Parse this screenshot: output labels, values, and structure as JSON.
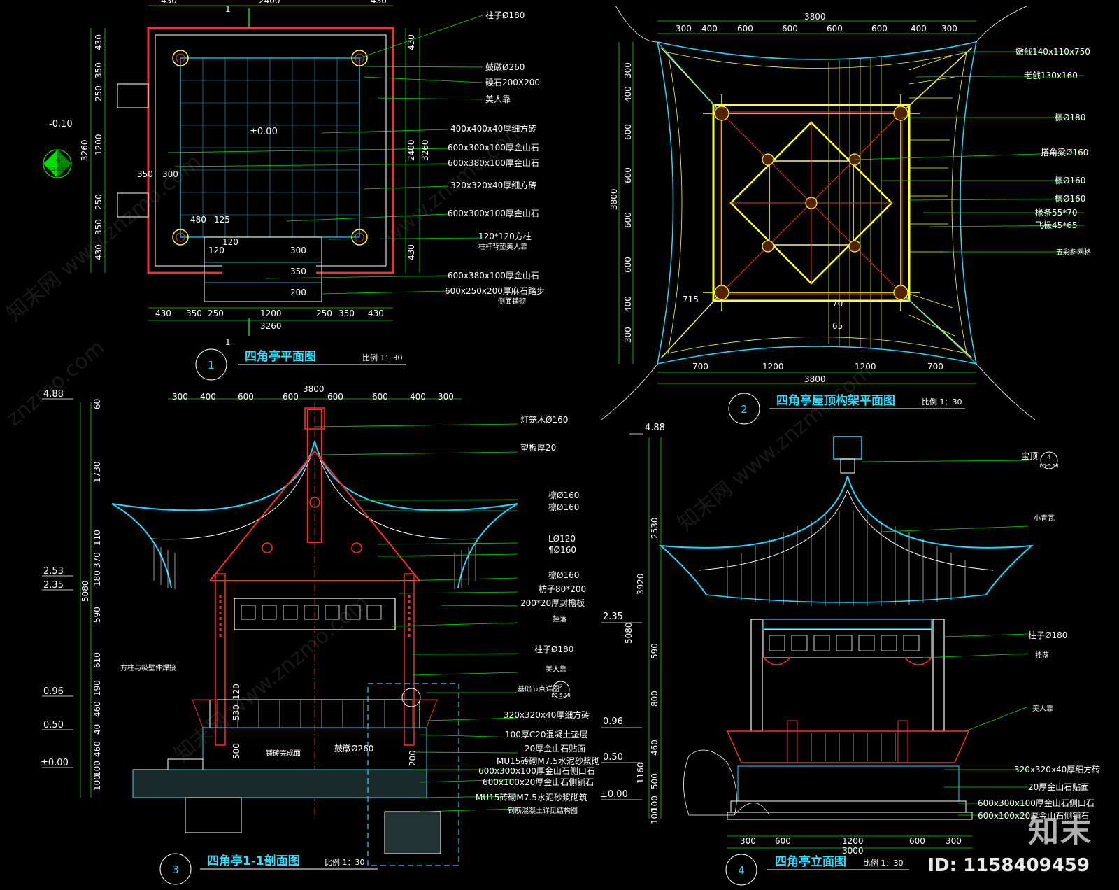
{
  "colors": {
    "background": "#000000",
    "cyan": "#22d8ff",
    "green": "#00e000",
    "red": "#ff2a2a",
    "yellow": "#ffff33",
    "white": "#ffffff"
  },
  "brand": {
    "logo_text": "知末",
    "image_id": "ID: 1158409459"
  },
  "drawing1": {
    "number": "1",
    "title": "四角亭平面图",
    "scale": "比例  1：30",
    "section_mark": "1",
    "level_center": "±0.00",
    "level_side": "-0.10",
    "callout_top": "4",
    "callout_bottom": "LD-5.18",
    "dims_top": [
      "430",
      "2400",
      "430"
    ],
    "dims_left": [
      "430",
      "350",
      "250",
      "1200",
      "250",
      "350",
      "430"
    ],
    "dim_left_total": "3260",
    "dims_right": [
      "430",
      "2400",
      "3260",
      "430"
    ],
    "dims_bottom": [
      "430",
      "350",
      "250",
      "1200",
      "250",
      "350",
      "430"
    ],
    "dim_bottom_total": "3260",
    "inner_dims": [
      "350",
      "300",
      "480",
      "125",
      "120",
      "120",
      "300",
      "350",
      "200"
    ],
    "labels": [
      "柱子Ø180",
      "鼓礅Ø260",
      "磉石200X200",
      "美人靠",
      "400x400x40厚细方砖",
      "600x300x100厚金山石",
      "600x380x100厚金山石",
      "320x320x40厚细方砖",
      "600x300x100厚金山石",
      "120*120方柱",
      "柱杆背垫美人靠",
      "600x380x100厚金山石",
      "600x250x200厚麻石踏步",
      "侧面铺砌"
    ]
  },
  "drawing2": {
    "number": "2",
    "title": "四角亭屋顶构架平面图",
    "scale": "比例  1：30",
    "dims_top_total": "3800",
    "dims_top": [
      "300",
      "400",
      "600",
      "600",
      "600",
      "600",
      "400",
      "300"
    ],
    "dims_left_total": "3800",
    "dims_left": [
      "300",
      "400",
      "600",
      "600",
      "600",
      "600",
      "400",
      "300"
    ],
    "dims_bottom": [
      "700",
      "1200",
      "1200",
      "700"
    ],
    "dims_bottom_total": "3800",
    "inner_dims": [
      "715",
      "70",
      "65"
    ],
    "labels": [
      "嫩戗140x110x750",
      "老戗130x160",
      "檩Ø180",
      "搭角梁Ø160",
      "檩Ø160",
      "檩Ø160",
      "椽条55*70",
      "飞椽45*65",
      "五彩斜网格"
    ]
  },
  "drawing3": {
    "number": "3",
    "title": "四角亭1-1剖面图",
    "scale": "比例  1：30",
    "dims_top_total": "3800",
    "dims_top": [
      "300",
      "400",
      "600",
      "600",
      "600",
      "600",
      "400",
      "300"
    ],
    "levels": [
      "4.88",
      "2.53",
      "2.35",
      "0.96",
      "0.50",
      "±0.00"
    ],
    "dims_left": [
      "60",
      "1730",
      "110",
      "370",
      "180",
      "590",
      "610",
      "190",
      "460",
      "40",
      "460",
      "100",
      "100"
    ],
    "dim_left_total": "5080",
    "inner_dims": [
      "120",
      "530",
      "500",
      "200"
    ],
    "labels": [
      "灯笼木Ø160",
      "望板厚20",
      "檩Ø160",
      "檩Ø160",
      "LØ120",
      "¶Ø160",
      "檩Ø160",
      "枋子80*200",
      "200*20厚封檐板",
      "挂落",
      "柱子Ø180",
      "美人靠",
      "基础节点详图",
      "320x320x40厚细方砖",
      "100厚C20混凝土垫层",
      "20厚金山石贴面",
      "MU15砖砌M7.5水泥砂浆砌",
      "600x300x100厚金山石侧口石",
      "600x100x20厚金山石侧铺石",
      "MU15砖砌M7.5水泥砂浆砌筑",
      "钢筋混凝土详见结构图",
      "方柱与吸壁件焊接",
      "鼓礅Ø260",
      "铺砖完成面"
    ],
    "callout_top": "2",
    "callout_bottom": "LD-5.18"
  },
  "drawing4": {
    "number": "4",
    "title": "四角亭立面图",
    "scale": "比例  1：30",
    "levels": [
      "4.88",
      "2.35",
      "0.96",
      "0.50",
      "±0.00"
    ],
    "dims_left": [
      "2530",
      "3920",
      "590",
      "800",
      "460",
      "1160",
      "500",
      "100",
      "100"
    ],
    "dim_left_total": "5080",
    "dims_bottom": [
      "300",
      "600",
      "1200",
      "600",
      "300"
    ],
    "dim_bottom_total": "3000",
    "labels": [
      "宝顶",
      "小青瓦",
      "柱子Ø180",
      "挂落",
      "美人靠",
      "320x320x40厚细方砖",
      "20厚金山石贴面",
      "600x300x100厚金山石侧口石",
      "600x100x20厚金山石侧铺石"
    ],
    "callout_top": "4",
    "callout_bottom": "LD-5.18"
  },
  "watermarks": [
    "知末网 www.znzmo.com",
    "www.znzmo.com",
    "znzmo.com"
  ]
}
